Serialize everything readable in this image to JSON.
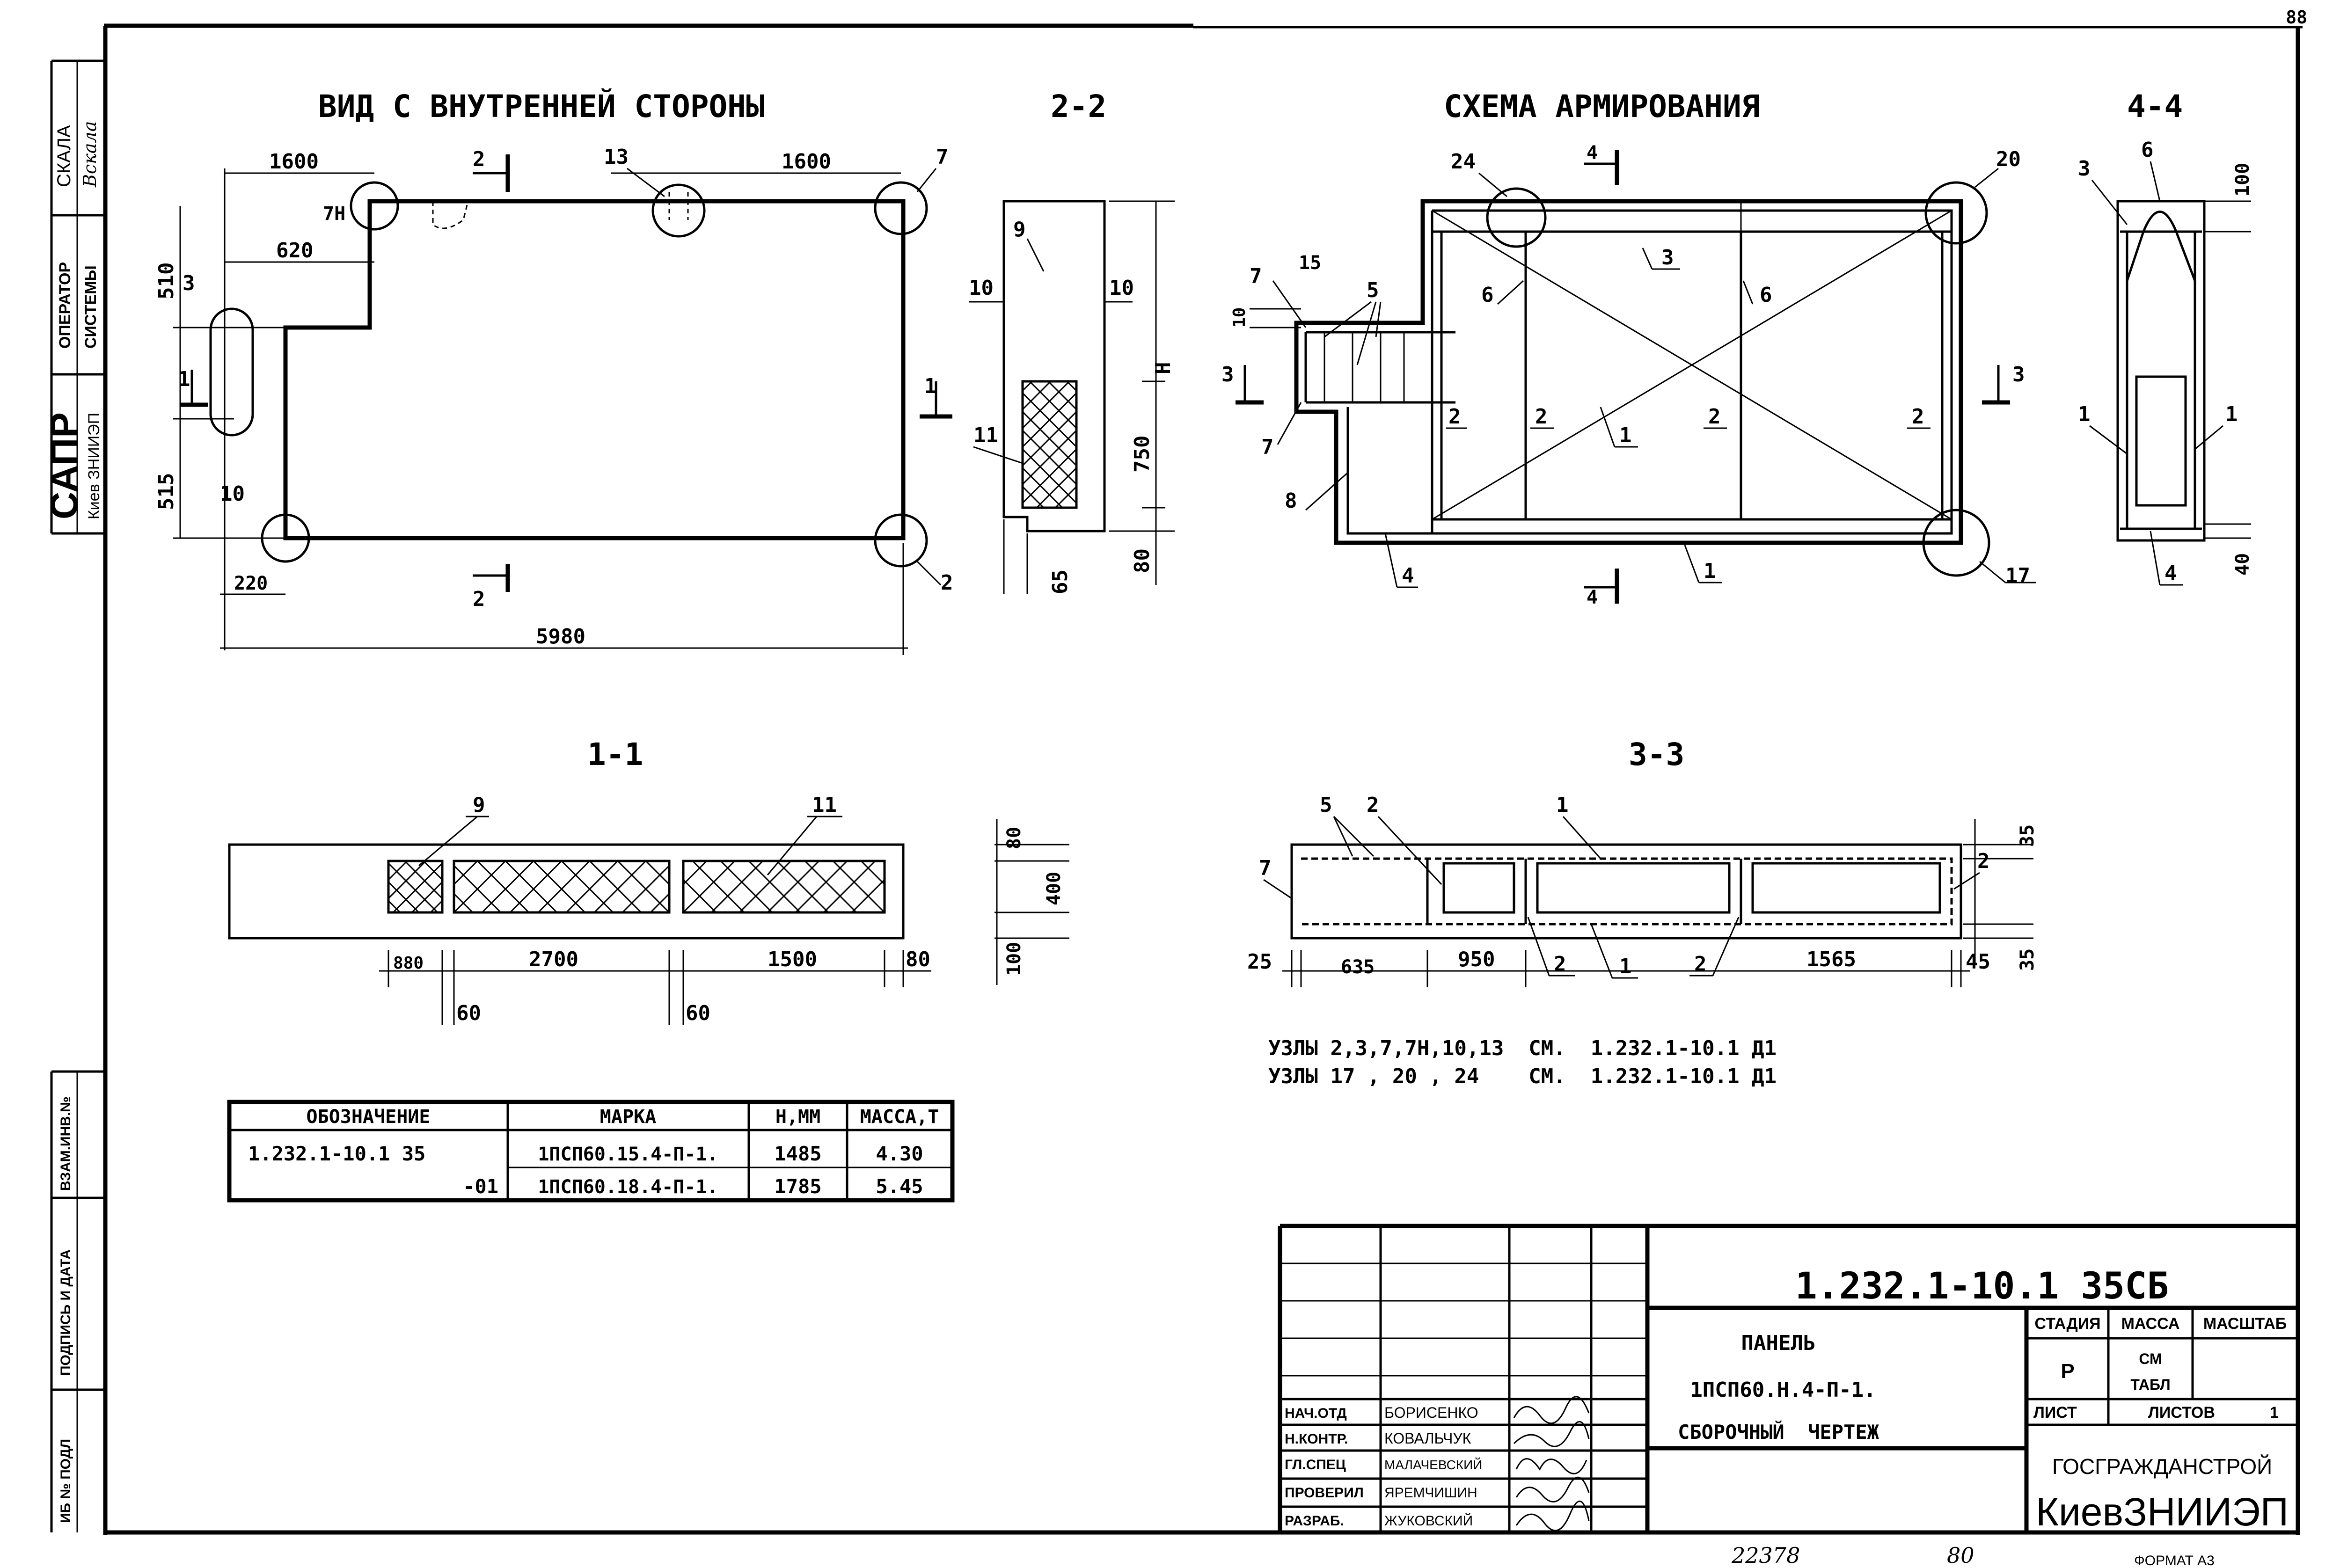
{
  "page_number": "88",
  "side_stamp": {
    "scale_label": "СКАЛА",
    "scale_sign": "Вскала",
    "operator_line1": "ОПЕРАТОР",
    "operator_line2": "СИСТЕМЫ",
    "sapr": "САПР",
    "sapr_org": "Киев ЗНИИЭП",
    "vzam_inv": "ВЗАМ.ИНВ.№",
    "sign_date": "ПОДПИСЬ И ДАТА",
    "inv_podl": "ИБ № ПОДЛ"
  },
  "view_inner": {
    "title": "ВИД С ВНУТРЕННЕЙ СТОРОНЫ",
    "dims": {
      "d1600a": "1600",
      "d1600b": "1600",
      "d620": "620",
      "d510": "510",
      "d515": "515",
      "d220": "220",
      "d5980": "5980"
    },
    "labels": {
      "l7h": "7Н",
      "l13": "13",
      "l7": "7",
      "l3": "3",
      "l10": "10",
      "l2": "2"
    },
    "cuts": {
      "c2top": "2",
      "c2bot": "2",
      "c1left": "1",
      "c1right": "1"
    }
  },
  "section_22": {
    "title": "2-2",
    "labels": {
      "l9": "9",
      "l10a": "10",
      "l10b": "10",
      "l11": "11"
    },
    "dims": {
      "dH": "H",
      "d750": "750",
      "d80": "80",
      "d65": "65"
    }
  },
  "reinforcement": {
    "title": "СХЕМА АРМИРОВАНИЯ",
    "labels": {
      "l24": "24",
      "l20": "20",
      "l17": "17",
      "l4top": "4",
      "l4bot": "4",
      "l3top": "3",
      "l6a": "6",
      "l6b": "6",
      "l7a": "7",
      "l7b": "7",
      "l15": "15",
      "l5": "5",
      "l10": "10",
      "l3left": "3",
      "l3right": "3",
      "l2a": "2",
      "l2b": "2",
      "l2c": "2",
      "l2d": "2",
      "l1a": "1",
      "l1b": "1",
      "l8": "8",
      "l4c": "4"
    }
  },
  "section_44": {
    "title": "4-4",
    "labels": {
      "l3": "3",
      "l6": "6",
      "l1a": "1",
      "l1b": "1",
      "l4": "4"
    },
    "dims": {
      "d100": "100",
      "d40": "40"
    }
  },
  "section_11": {
    "title": "1-1",
    "labels": {
      "l9": "9",
      "l11": "11"
    },
    "dims": {
      "d880": "880",
      "d2700": "2700",
      "d1500": "1500",
      "d80": "80",
      "d60a": "60",
      "d60b": "60",
      "v80": "80",
      "v400": "400",
      "v100": "100"
    }
  },
  "section_33": {
    "title": "3-3",
    "labels": {
      "l5": "5",
      "l2a": "2",
      "l1a": "1",
      "l7": "7",
      "l2r": "2",
      "l2b": "2",
      "l1b": "1",
      "l2c": "2"
    },
    "dims": {
      "d25": "25",
      "d635": "635",
      "d950": "950",
      "d1565": "1565",
      "d45": "45",
      "v35a": "35",
      "v35b": "35"
    }
  },
  "notes": {
    "line1": "УЗЛЫ 2,3,7,7Н,10,13  СМ.  1.232.1-10.1 Д1",
    "line2": "УЗЛЫ 17 , 20 , 24    СМ.  1.232.1-10.1 Д1"
  },
  "spec_table": {
    "headers": [
      "ОБОЗНАЧЕНИЕ",
      "МАРКА",
      "H,ММ",
      "МАССА,Т"
    ],
    "rows": [
      [
        "1.232.1-10.1 35",
        "1ПСП60.15.4-П-1.",
        "1485",
        "4.30"
      ],
      [
        "-01",
        "1ПСП60.18.4-П-1.",
        "1785",
        "5.45"
      ]
    ]
  },
  "title_block": {
    "code": "1.232.1-10.1 35СБ",
    "name1": "ПАНЕЛЬ",
    "name2": "1ПСП60.Н.4-П-1.",
    "name3": "СБОРОЧНЫЙ  ЧЕРТЕЖ",
    "stage_hdr": "СТАДИЯ",
    "mass_hdr": "МАССА",
    "scale_hdr": "МАСШТАБ",
    "stage_val": "Р",
    "mass_val1": "СМ",
    "mass_val2": "ТАБЛ",
    "sheet_lbl": "ЛИСТ",
    "sheets_lbl": "ЛИСТОВ",
    "sheets_val": "1",
    "org1": "ГОСГРАЖДАНСТРОЙ",
    "org2": "КиевЗНИИЭП",
    "roles": [
      {
        "role": "НАЧ.ОТД",
        "name": "БОРИСЕНКО"
      },
      {
        "role": "Н.КОНТР.",
        "name": "КОВАЛЬЧУК"
      },
      {
        "role": "ГЛ.СПЕЦ",
        "name": "МАЛАЧЕВСКИЙ"
      },
      {
        "role": "ПРОВЕРИЛ",
        "name": "ЯРЕМЧИШИН"
      },
      {
        "role": "РАЗРАБ.",
        "name": "ЖУКОВСКИЙ"
      }
    ]
  },
  "footer": {
    "num1": "22378",
    "num2": "80",
    "format": "ФОРМАТ А3"
  }
}
